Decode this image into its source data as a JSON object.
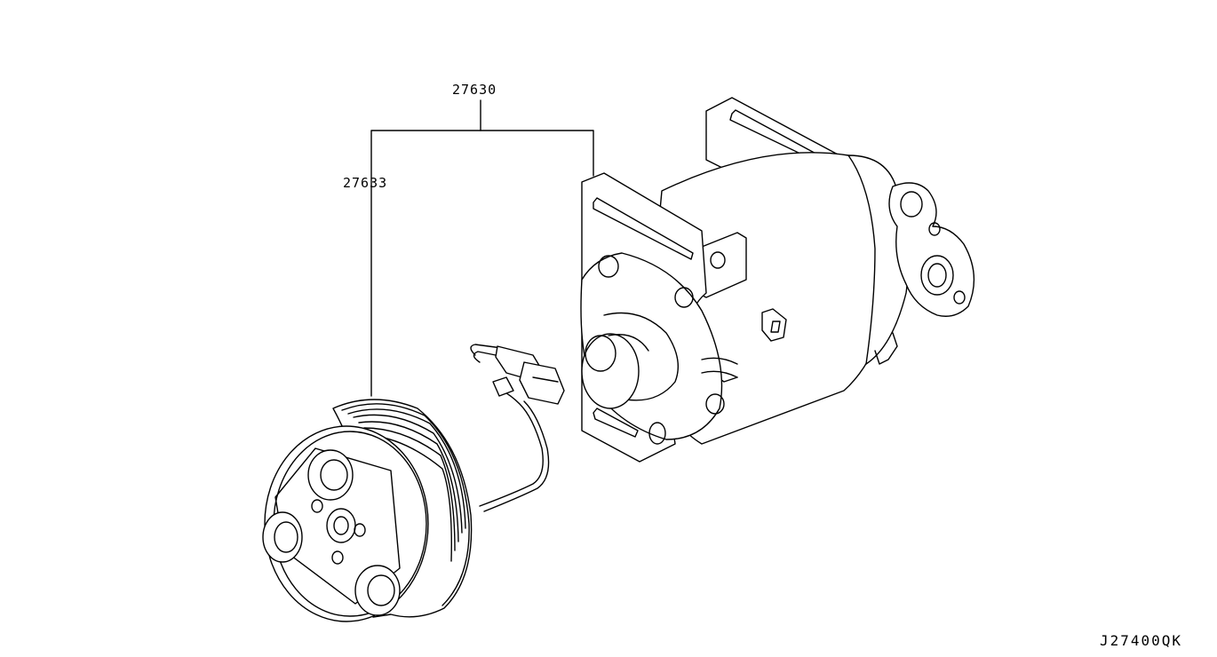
{
  "diagram": {
    "labels": {
      "assembly_part_number": "27630",
      "clutch_part_number": "27633",
      "drawing_code": "J27400QK"
    },
    "parts": [
      "compressor-assembly",
      "magnetic-clutch",
      "clutch-connector-harness"
    ]
  }
}
